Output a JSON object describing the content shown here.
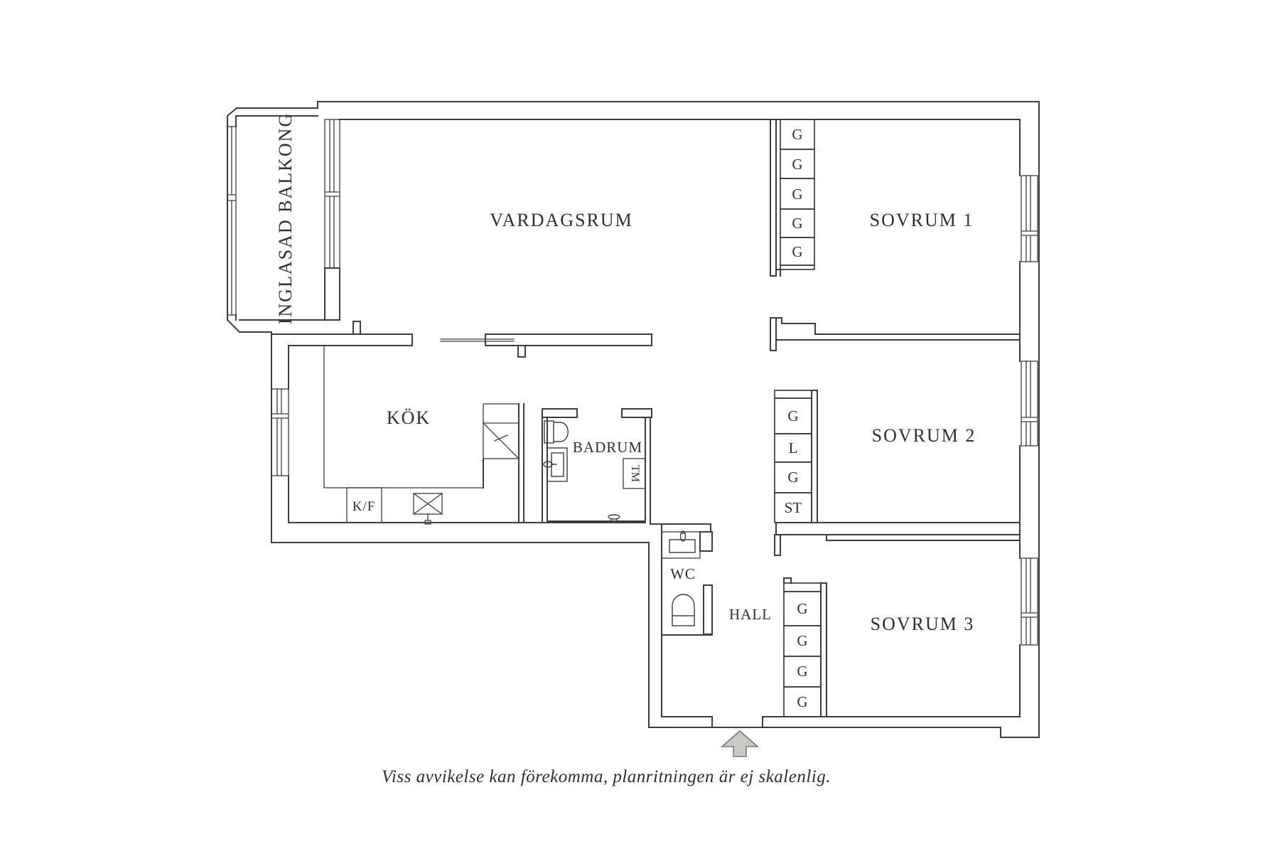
{
  "labels": {
    "balcony": "INGLASAD BALKONG",
    "living_room": "VARDAGSRUM",
    "bedroom_1": "SOVRUM 1",
    "bedroom_2": "SOVRUM 2",
    "bedroom_3": "SOVRUM 3",
    "kitchen": "KÖK",
    "bathroom": "BADRUM",
    "wc": "WC",
    "hall": "HALL",
    "fridge_freezer": "K/F",
    "washing_machine": "TM"
  },
  "wardrobes": {
    "bedroom_1": [
      "G",
      "G",
      "G",
      "G",
      "G"
    ],
    "bedroom_2": [
      "G",
      "L",
      "G",
      "ST"
    ],
    "hall": [
      "G",
      "G",
      "G",
      "G"
    ]
  },
  "footer": {
    "disclaimer": "Viss avvikelse kan förekomma, planritningen är ej skalenlig."
  },
  "theme": {
    "line_color": "#3d3d3d",
    "text_color": "#303030",
    "arrow_fill": "#c9c9c6",
    "arrow_stroke": "#7a7a78",
    "background": "#ffffff"
  }
}
